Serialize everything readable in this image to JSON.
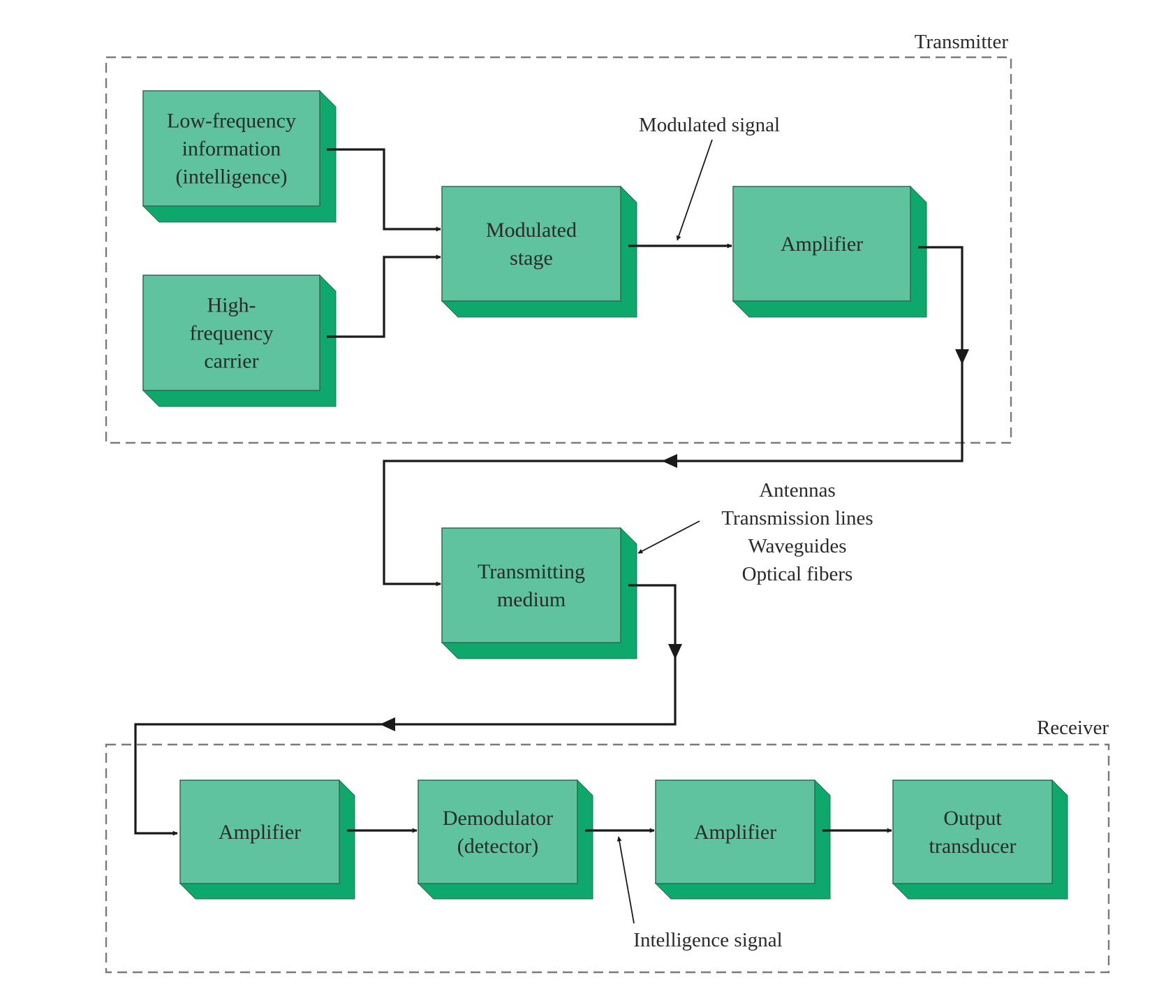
{
  "regions": {
    "transmitter": "Transmitter",
    "receiver": "Receiver"
  },
  "blocks": {
    "low_freq": [
      "Low-frequency",
      "information",
      "(intelligence)"
    ],
    "high_freq": [
      "High-",
      "frequency",
      "carrier"
    ],
    "modulated_stage": [
      "Modulated",
      "stage"
    ],
    "tx_amplifier": [
      "Amplifier"
    ],
    "transmitting_medium": [
      "Transmitting",
      "medium"
    ],
    "rx_amplifier_1": [
      "Amplifier"
    ],
    "demodulator": [
      "Demodulator",
      "(detector)"
    ],
    "rx_amplifier_2": [
      "Amplifier"
    ],
    "output_transducer": [
      "Output",
      "transducer"
    ]
  },
  "annotations": {
    "modulated_signal": "Modulated signal",
    "media_list": [
      "Antennas",
      "Transmission lines",
      "Waveguides",
      "Optical fibers"
    ],
    "intelligence_signal": "Intelligence signal"
  },
  "colors": {
    "block_face": "#5ec39e",
    "block_side": "#0fa86c",
    "block_outline": "#2f6b50",
    "wire": "#1a1a1a"
  }
}
